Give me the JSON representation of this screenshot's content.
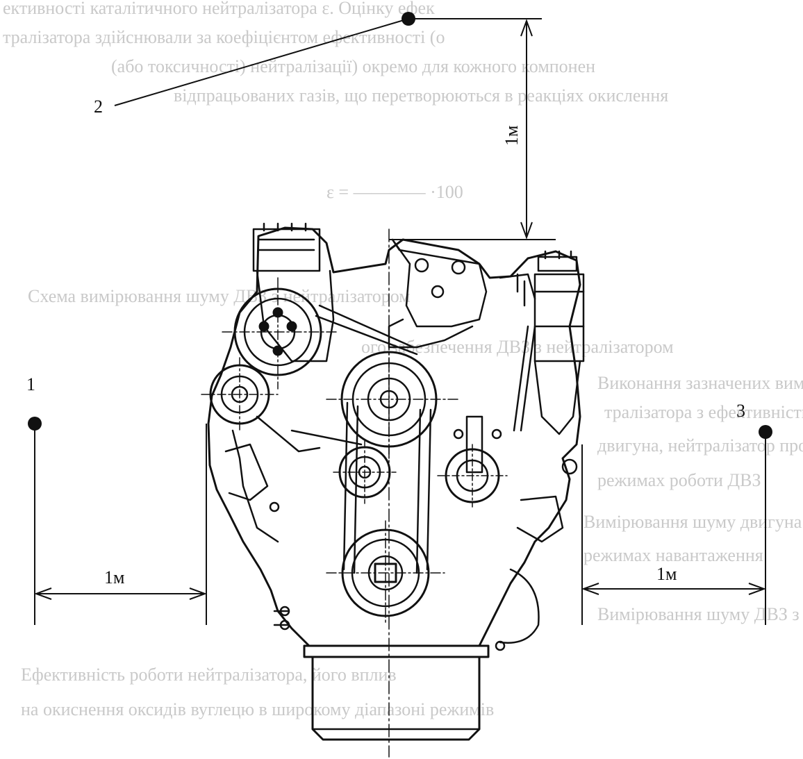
{
  "markers": {
    "point_1": "1",
    "point_2": "2",
    "point_3": "3"
  },
  "dimensions": {
    "top": "1м",
    "left": "1м",
    "right": "1м"
  },
  "colors": {
    "ink": "#111111",
    "faded_text": "#c9c9c9",
    "background": "#ffffff"
  },
  "background_text": {
    "line_1": "ективності каталітичного нейтралізатора ε. Оцінку ефек",
    "line_2": "тралізатора здійснювали за коефіцієнтом ефективності (о",
    "line_3": "(або токсичності) нейтралізації) окремо для кожного компонен",
    "line_4": "відпрацьованих газів, що перетворюються в реакціях окислення",
    "formula": "ε = ———— ·100",
    "caption_1": "Схема вимірювання шуму ДВЗ з нейтралізатором",
    "caption_2": "ого забезпечення ДВЗ з нейтралізатором",
    "para_1": "Виконання зазначених вимог, забезпечує функціонування",
    "para_2": "тралізатора з ефективністю і безпечністю роботи",
    "para_3": "двигуна, нейтралізатор прогрівається",
    "para_4": "режимах роботи ДВЗ",
    "para_5": "Вимірювання шуму двигуна при роботі на",
    "para_6": "режимах навантаження",
    "para_7": "Вимірювання шуму ДВЗ з нейтралізатором у",
    "para_8": "Ефективність роботи нейтралізатора, його вплив",
    "para_9": "на окиснення оксидів вуглецю в широкому діапазоні режимів"
  }
}
